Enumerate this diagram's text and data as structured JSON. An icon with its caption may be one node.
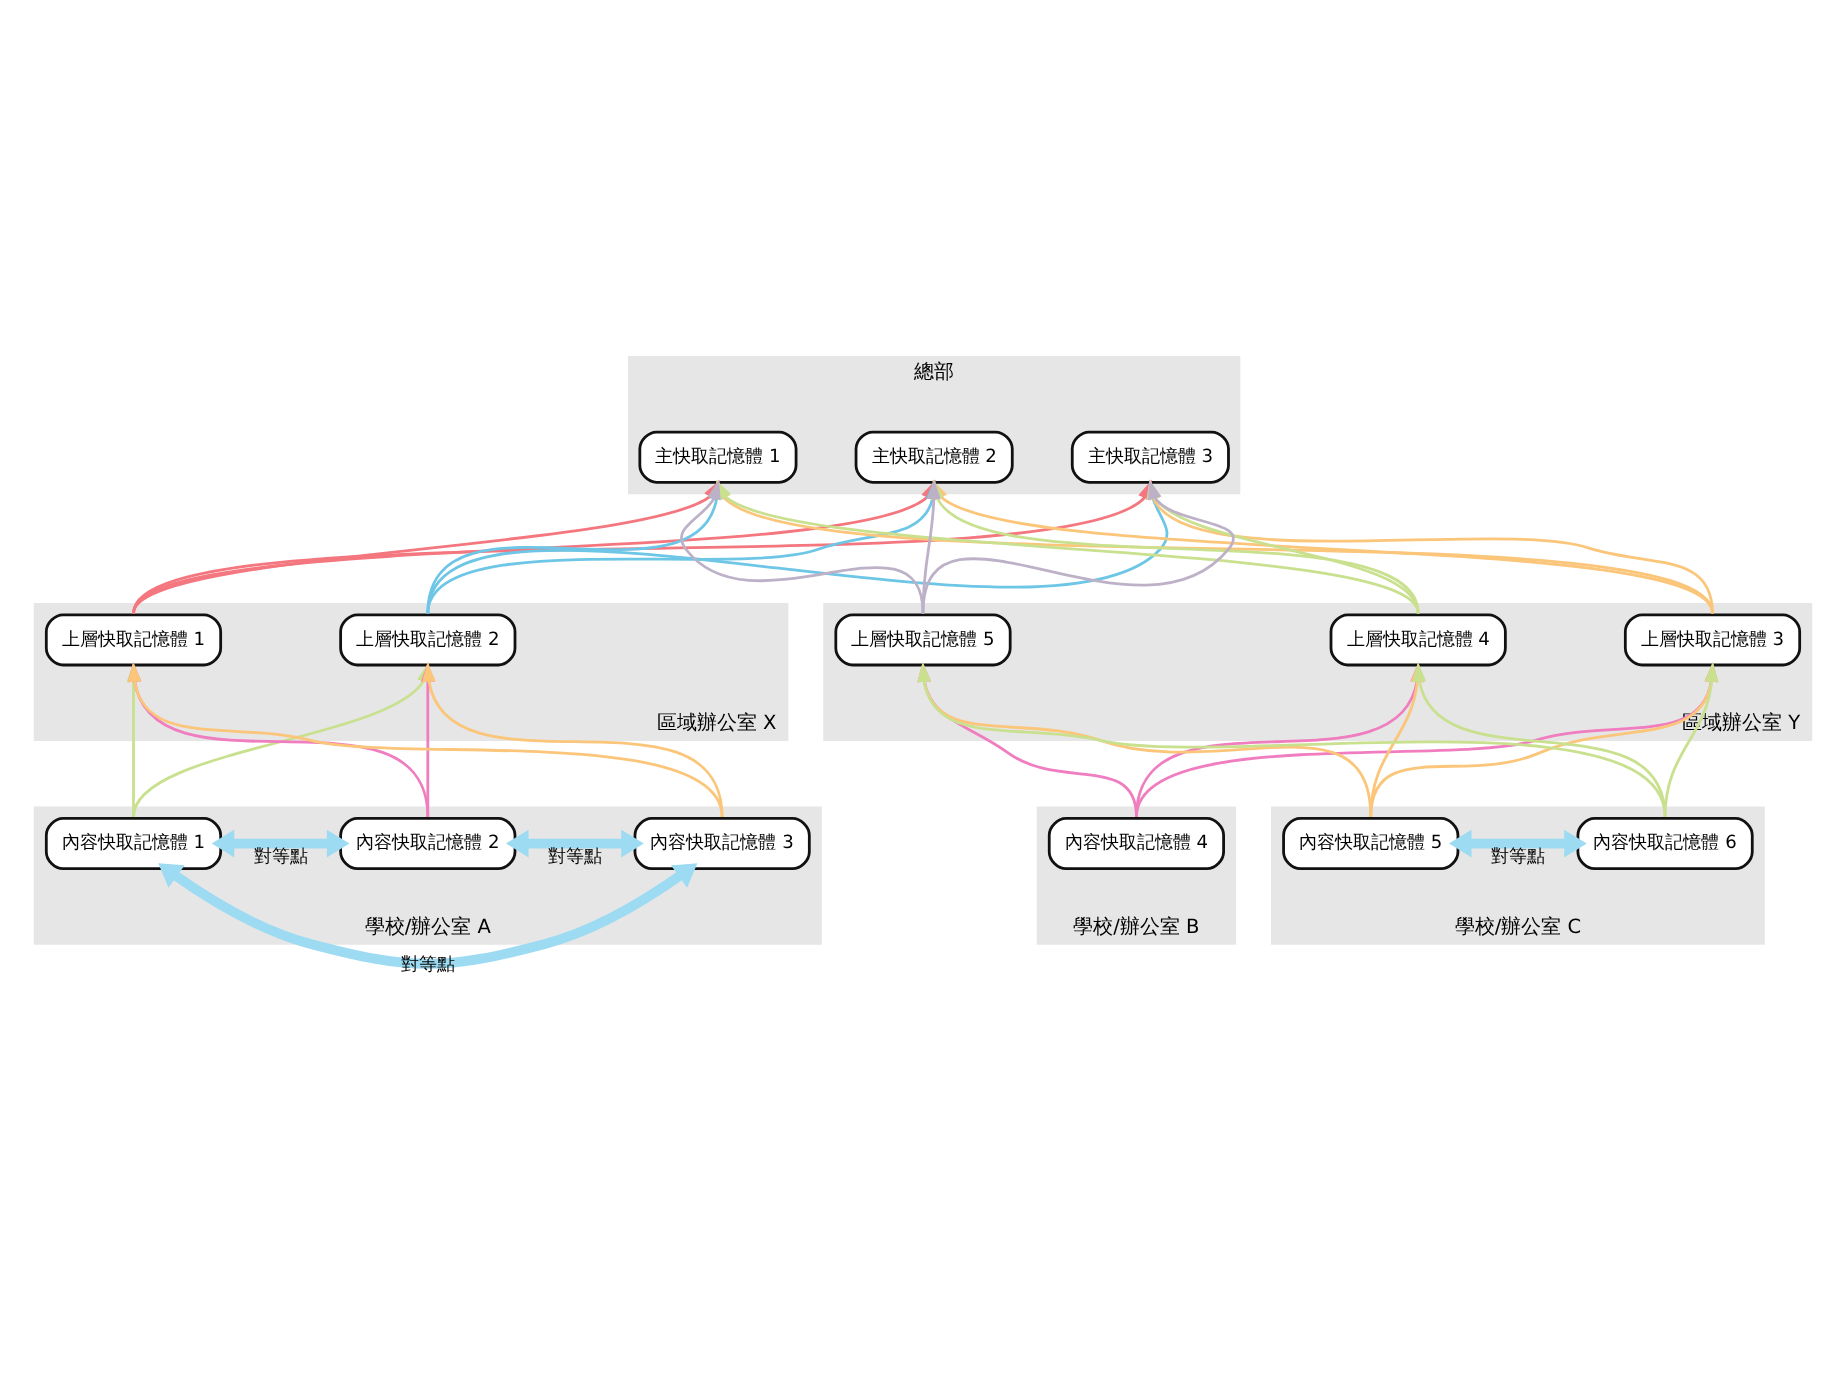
{
  "diagram": {
    "nodes": [
      {
        "text": [
          "總部"
        ]
      },
      {
        "text": [
          "主快取記憶體 1"
        ],
        "in": 0
      },
      {
        "text": [
          "主快取記憶體 2"
        ],
        "in": 0
      },
      {
        "text": [
          "主快取記憶體 3"
        ],
        "in": 0
      },
      {
        "text": [
          "區域辦公室 X"
        ]
      },
      {
        "text": [
          "上層快取記憶體 1"
        ],
        "in": 4
      },
      {
        "text": [
          "上層快取記憶體 2"
        ],
        "in": 4
      },
      {
        "text": [
          "區域辦公室 Y"
        ]
      },
      {
        "text": [
          "上層快取記憶體 3"
        ],
        "in": 7
      },
      {
        "text": [
          "上層快取記憶體 4"
        ],
        "in": 7
      },
      {
        "text": [
          "上層快取記憶體 5"
        ],
        "in": 7
      },
      {
        "text": [
          "學校/辦公室 A"
        ]
      },
      {
        "text": [
          "內容快取記憶體 1"
        ],
        "in": 11
      },
      {
        "text": [
          "內容快取記憶體 2"
        ],
        "in": 11
      },
      {
        "text": [
          "內容快取記憶體 3"
        ],
        "in": 11
      },
      {
        "text": [
          "學校/辦公室 B"
        ]
      },
      {
        "text": [
          "內容快取記憶體 4"
        ],
        "in": 15
      },
      {
        "text": [
          "學校/辦公室 C"
        ]
      },
      {
        "text": [
          "內容快取記憶體 5"
        ],
        "in": 17
      },
      {
        "text": [
          "內容快取記憶體 6"
        ],
        "in": 17
      }
    ],
    "edges": [
      {
        "from": 5,
        "to": 1,
        "arrow": "to",
        "color": "#f4777f"
      },
      {
        "from": 5,
        "to": 2,
        "arrow": "to",
        "color": "#f4777f"
      },
      {
        "from": 5,
        "to": 3,
        "arrow": "to",
        "color": "#f4777f"
      },
      {
        "from": 6,
        "to": 1,
        "arrow": "to",
        "color": "#6ec6e6"
      },
      {
        "from": 6,
        "to": 2,
        "arrow": "to",
        "color": "#6ec6e6"
      },
      {
        "from": 6,
        "to": 3,
        "arrow": "to",
        "color": "#6ec6e6"
      },
      {
        "from": 8,
        "to": 1,
        "arrow": "to",
        "color": "#fbc57a"
      },
      {
        "from": 8,
        "to": 2,
        "arrow": "to",
        "color": "#fbc57a"
      },
      {
        "from": 8,
        "to": 3,
        "arrow": "to",
        "color": "#fbc57a"
      },
      {
        "from": 9,
        "to": 1,
        "arrow": "to",
        "color": "#c9e08f"
      },
      {
        "from": 9,
        "to": 2,
        "arrow": "to",
        "color": "#c9e08f"
      },
      {
        "from": 9,
        "to": 3,
        "arrow": "to",
        "color": "#c9e08f"
      },
      {
        "from": 10,
        "to": 1,
        "arrow": "to",
        "color": "#bdb1c8"
      },
      {
        "from": 10,
        "to": 2,
        "arrow": "to",
        "color": "#bdb1c8"
      },
      {
        "from": 10,
        "to": 3,
        "arrow": "to",
        "color": "#bdb1c8"
      },
      {
        "from": 12,
        "to": 5,
        "arrow": "to",
        "color": "#c9e08f"
      },
      {
        "from": 12,
        "to": 6,
        "arrow": "to",
        "color": "#c9e08f"
      },
      {
        "from": 13,
        "to": 5,
        "arrow": "to",
        "color": "#f07dbf"
      },
      {
        "from": 13,
        "to": 6,
        "arrow": "to",
        "color": "#f07dbf"
      },
      {
        "from": 14,
        "to": 5,
        "arrow": "to",
        "color": "#fbc57a"
      },
      {
        "from": 14,
        "to": 6,
        "arrow": "to",
        "color": "#fbc57a"
      },
      {
        "from": 16,
        "to": 8,
        "arrow": "to",
        "color": "#f07dbf"
      },
      {
        "from": 16,
        "to": 9,
        "arrow": "to",
        "color": "#f07dbf"
      },
      {
        "from": 16,
        "to": 10,
        "arrow": "to",
        "color": "#f07dbf"
      },
      {
        "from": 18,
        "to": 8,
        "arrow": "to",
        "color": "#fbc57a"
      },
      {
        "from": 18,
        "to": 9,
        "arrow": "to",
        "color": "#fbc57a"
      },
      {
        "from": 18,
        "to": 10,
        "arrow": "to",
        "color": "#fbc57a"
      },
      {
        "from": 19,
        "to": 8,
        "arrow": "to",
        "color": "#c9e08f"
      },
      {
        "from": 19,
        "to": 9,
        "arrow": "to",
        "color": "#c9e08f"
      },
      {
        "from": 19,
        "to": 10,
        "arrow": "to",
        "color": "#c9e08f"
      },
      {
        "from": 12,
        "to": 14,
        "arrow": "both",
        "label": "對等點",
        "style": "thick",
        "color": "#9ddbf2"
      },
      {
        "from": 12,
        "to": 13,
        "arrow": "both",
        "label": "對等點",
        "style": "thick",
        "color": "#9ddbf2"
      },
      {
        "from": 13,
        "to": 14,
        "arrow": "both",
        "label": "對等點",
        "style": "thick",
        "color": "#9ddbf2"
      },
      {
        "from": 18,
        "to": 19,
        "arrow": "both",
        "label": "對等點",
        "style": "thick",
        "color": "#9ddbf2"
      }
    ]
  }
}
